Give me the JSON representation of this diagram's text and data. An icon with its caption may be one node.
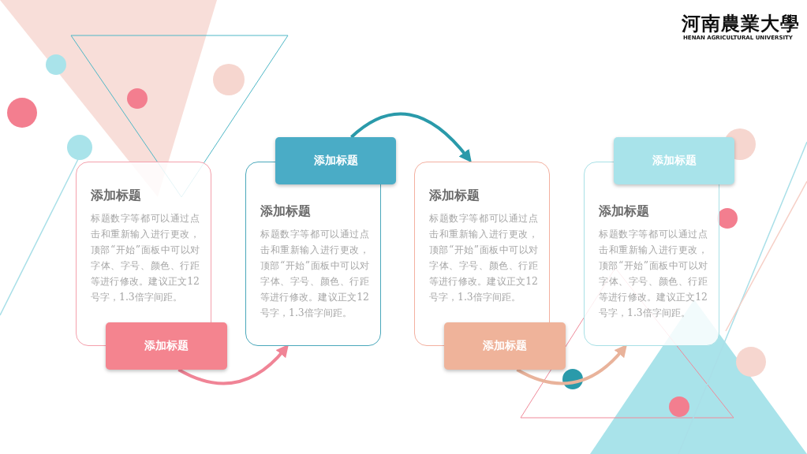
{
  "diagram": {
    "nodes": [
      {
        "text": [
          "添加标题",
          "标题数字等都可以通过点击和重新输入进行更改，顶部“开始”面板中可以对字体、字号、颜色、行距等进行修改。建议正文12号字，1.3倍字间距。"
        ]
      },
      {
        "text": [
          "添加标题"
        ]
      },
      {
        "text": [
          "添加标题"
        ]
      },
      {
        "text": [
          "添加标题",
          "标题数字等都可以通过点击和重新输入进行更改，顶部“开始”面板中可以对字体、字号、颜色、行距等进行修改。建议正文12号字，1.3倍字间距。"
        ]
      },
      {
        "text": [
          "添加标题",
          "标题数字等都可以通过点击和重新输入进行更改，顶部“开始”面板中可以对字体、字号、颜色、行距等进行修改。建议正文12号字，1.3倍字间距。"
        ]
      },
      {
        "text": [
          "添加标题"
        ]
      },
      {
        "text": [
          "添加标题"
        ]
      },
      {
        "text": [
          "添加标题",
          "标题数字等都可以通过点击和重新输入进行更改，顶部“开始”面板中可以对字体、字号、颜色、行距等进行修改。建议正文12号字，1.3倍字间距。"
        ]
      }
    ],
    "edges": [
      {
        "from": 1,
        "to": 3,
        "arrow": "to",
        "color": "#f08496"
      },
      {
        "from": 2,
        "to": 4,
        "arrow": "to",
        "color": "#2a9aaa"
      },
      {
        "from": 5,
        "to": 7,
        "arrow": "to",
        "color": "#e9b39b"
      }
    ],
    "labels": [
      "河南農業大學",
      "HENAN AGRICULTURAL UNIVERSITY"
    ]
  }
}
